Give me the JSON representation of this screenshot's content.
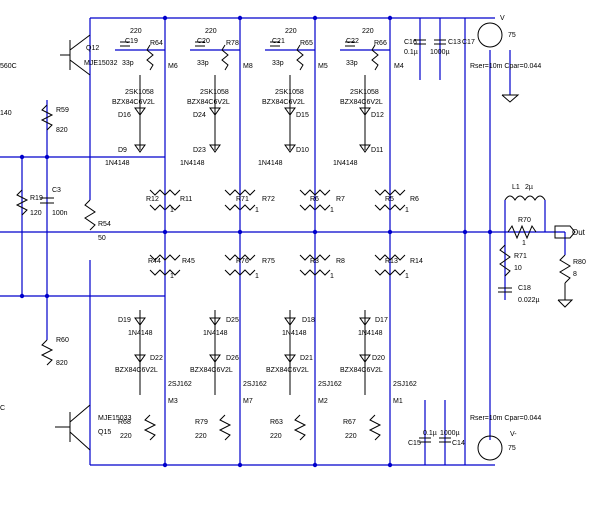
{
  "labels": {
    "q12": "Q12",
    "mje15032": "MJE15032",
    "q15": "Q15",
    "mje15033": "MJE15033",
    "r59": "R59",
    "r59v": "820",
    "r60": "R60",
    "r60v": "820",
    "r19": "R19",
    "r19v": "120",
    "c3": "C3",
    "c3v": "100n",
    "r54": "R54",
    "r54v": "50",
    "left_top_c": "560C",
    "left_mid": "140",
    "left_bot": "C",
    "upper": [
      {
        "cap": "C19",
        "capv": "33p",
        "r": "R64",
        "rv": "220",
        "m": "M6",
        "mos": "2SK1058",
        "zd": "D16",
        "zdv": "BZX84C6V2L",
        "d": "D9",
        "dv": "1N4148"
      },
      {
        "cap": "C20",
        "capv": "33p",
        "r": "R78",
        "rv": "220",
        "m": "M8",
        "mos": "2SK1058",
        "zd": "D24",
        "zdv": "BZX84C6V2L",
        "d": "D23",
        "dv": "1N4148"
      },
      {
        "cap": "C21",
        "capv": "33p",
        "r": "R65",
        "rv": "220",
        "m": "M5",
        "mos": "2SK1058",
        "zd": "D15",
        "zdv": "BZX84C6V2L",
        "d": "D10",
        "dv": "1N4148"
      },
      {
        "cap": "C22",
        "capv": "33p",
        "r": "R66",
        "rv": "220",
        "m": "M4",
        "mos": "2SK1058",
        "zd": "D12",
        "zdv": "BZX84C6V2L",
        "d": "D11",
        "dv": "1N4148"
      }
    ],
    "upper_res": [
      {
        "a": "R12",
        "b": "R11",
        "v": "1"
      },
      {
        "a": "R71",
        "b": "R72",
        "v": "1"
      },
      {
        "a": "R6",
        "b": "R7",
        "v": "1"
      },
      {
        "a": "R5",
        "b": "R6",
        "v": "1"
      }
    ],
    "lower_res": [
      {
        "a": "R44",
        "b": "R45",
        "v": "1"
      },
      {
        "a": "R76",
        "b": "R75",
        "v": "1"
      },
      {
        "a": "R3",
        "b": "R8",
        "v": "1"
      },
      {
        "a": "R13",
        "b": "R14",
        "v": "1"
      }
    ],
    "lower": [
      {
        "d": "D19",
        "dv": "1N4148",
        "zd": "D22",
        "zdv": "BZX84C6V2L",
        "mos": "2SJ162",
        "m": "M3",
        "r": "R68",
        "rv": "220"
      },
      {
        "d": "D25",
        "dv": "1N4148",
        "zd": "D26",
        "zdv": "BZX84C6V2L",
        "mos": "2SJ162",
        "m": "M7",
        "r": "R79",
        "rv": "220"
      },
      {
        "d": "D18",
        "dv": "1N4148",
        "zd": "D21",
        "zdv": "BZX84C6V2L",
        "mos": "2SJ162",
        "m": "M2",
        "r": "R63",
        "rv": "220"
      },
      {
        "d": "D17",
        "dv": "1N4148",
        "zd": "D20",
        "zdv": "BZX84C6V2L",
        "mos": "2SJ162",
        "m": "M1",
        "r": "R67",
        "rv": "220"
      }
    ],
    "c16": "C16",
    "c16v": "0.1µ",
    "c13": "C13",
    "c13v": "1000µ",
    "c17": "C17",
    "vtop": "V",
    "vtopv": "75",
    "rser_top": "Rser=10m  Cpar=0.044",
    "c15": "C15",
    "c15v": "0.1µ",
    "c14": "C14",
    "c14v": "1000µ",
    "vbot": "V-",
    "vbotv": "75",
    "rser_bot": "Rser=10m  Cpar=0.044",
    "l1": "L1",
    "l1v": "2µ",
    "r70": "R70",
    "r70v": "1",
    "r71": "R71",
    "r71v": "10",
    "c18": "C18",
    "c18v": "0.022µ",
    "r80": "R80",
    "r80v": "8",
    "out": "Out"
  }
}
